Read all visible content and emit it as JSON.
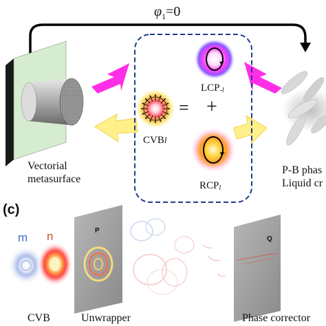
{
  "top": {
    "phase_symbol": "φ",
    "phase_subscript": "1",
    "phase_value": "=0",
    "left_caption_line1": "Vectorial",
    "left_caption_line2": "metasurface",
    "right_caption_line1": "P-B phas",
    "right_caption_line2": "Liquid cr",
    "center": {
      "cvb_label": "CVB",
      "cvb_sub": "l",
      "equals": "=",
      "plus": "+",
      "lcp_label": "LCP",
      "lcp_sub": "-l",
      "rcp_label": "RCP",
      "rcp_sub": "l"
    }
  },
  "bottom": {
    "panel_label": "(c)",
    "m_label": "m",
    "n_label": "n",
    "cvb_caption": "CVB",
    "unwrapper_caption": "Unwrapper",
    "phase_corrector_caption": "Phase corrector",
    "plate_p_label": "P",
    "plate_q_label": "Q"
  },
  "colors": {
    "magenta_arrow": "#ff2ee6",
    "yellow_arrow": "#fff08a",
    "dash_box": "#1f3c88",
    "m_color": "#3b6cc8",
    "n_color": "#c8501e",
    "plate_face": "#d7ecd2"
  }
}
